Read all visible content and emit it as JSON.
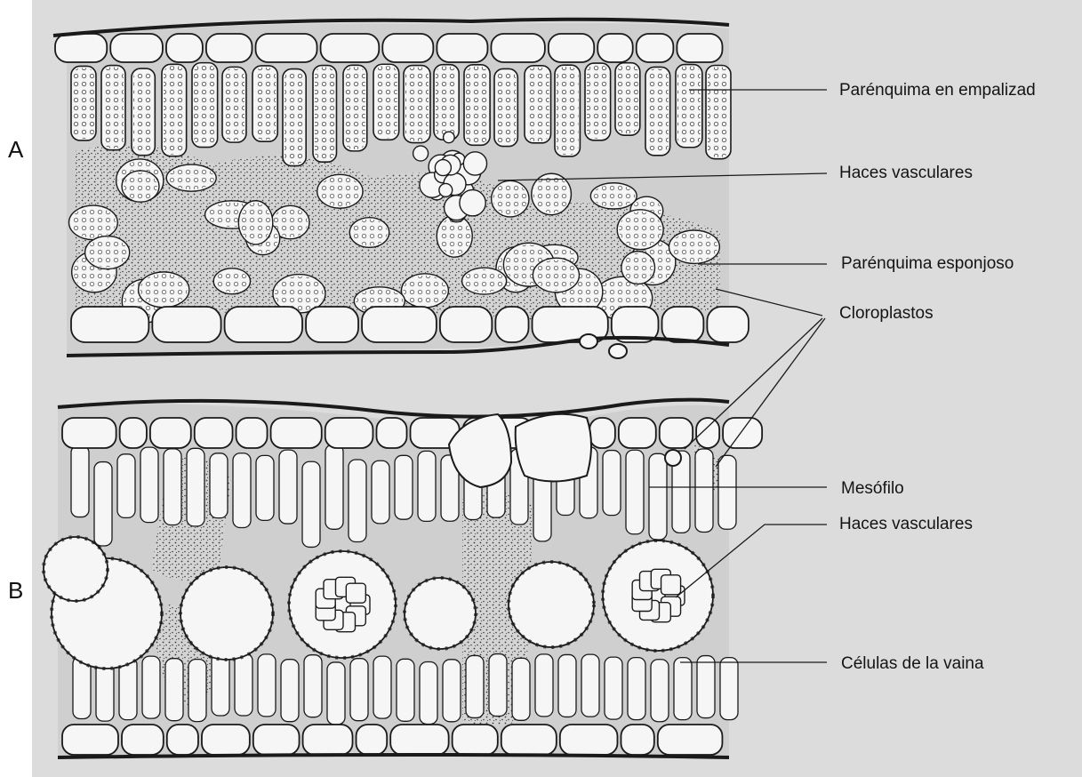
{
  "figure": {
    "panels": [
      {
        "letter": "A"
      },
      {
        "letter": "B"
      }
    ],
    "labels": {
      "palisade": "Parénquima en empalizad",
      "bundles_a": "Haces vasculares",
      "spongy": "Parénquima esponjoso",
      "chloroplasts": "Cloroplastos",
      "mesophyll": "Mesófilo",
      "bundles_b": "Haces vasculares",
      "sheath": "Células de la vaina"
    },
    "colors": {
      "background": "#ffffff",
      "paper": "#dcdcdc",
      "ink": "#1a1a1a",
      "cell_fill": "#f6f6f6"
    }
  }
}
